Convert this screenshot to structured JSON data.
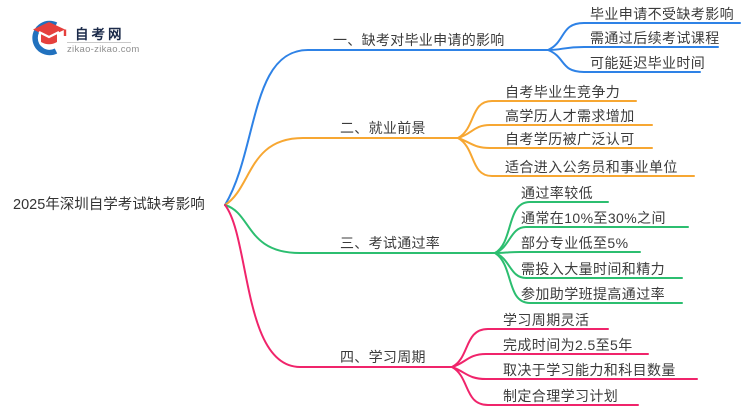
{
  "site": {
    "name": "自考网",
    "domain": "zikao-zikao.com",
    "logo_colors": {
      "crescent_blue": "#2171be",
      "cap_red": "#e5403d"
    }
  },
  "mindmap": {
    "root": {
      "label": "2025年深圳自学考试缺考影响"
    },
    "branches": [
      {
        "label": "一、缺考对毕业申请的影响",
        "color": "#2e82e6",
        "children": [
          "毕业申请不受缺考影响",
          "需通过后续考试课程",
          "可能延迟毕业时间"
        ]
      },
      {
        "label": "二、就业前景",
        "color": "#f7a732",
        "children": [
          "自考毕业生竞争力",
          "高学历人才需求增加",
          "自考学历被广泛认可",
          "适合进入公务员和事业单位"
        ]
      },
      {
        "label": "三、考试通过率",
        "color": "#2cbe70",
        "children": [
          "通过率较低",
          "通常在10%至30%之间",
          "部分专业低至5%",
          "需投入大量时间和精力",
          "参加助学班提高通过率"
        ]
      },
      {
        "label": "四、学习周期",
        "color": "#f0246b",
        "children": [
          "学习周期灵活",
          "完成时间为2.5至5年",
          "取决于学习能力和科目数量",
          "制定合理学习计划"
        ]
      }
    ]
  }
}
